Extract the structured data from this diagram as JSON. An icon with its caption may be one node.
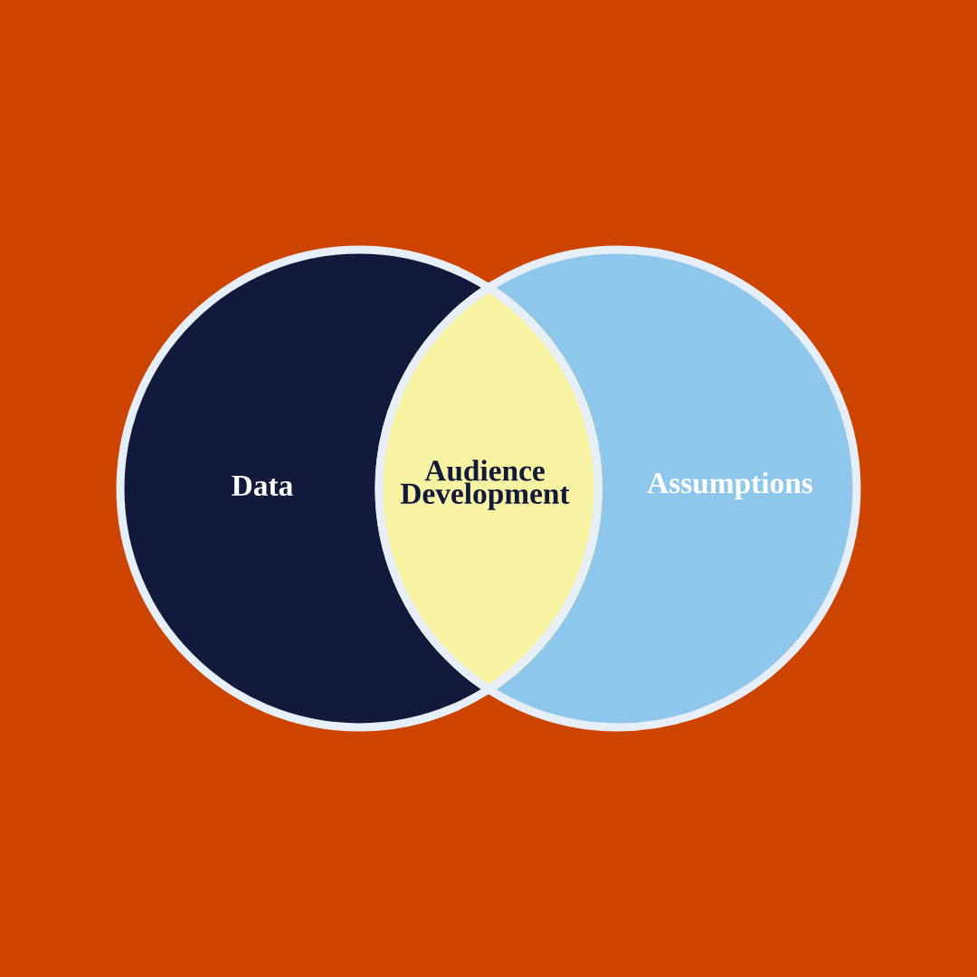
{
  "diagram": {
    "nodes": [
      {
        "text": [
          "Data"
        ]
      },
      {
        "text": [
          "Assumptions"
        ]
      },
      {
        "text": [
          "Audience Development"
        ]
      }
    ]
  }
}
